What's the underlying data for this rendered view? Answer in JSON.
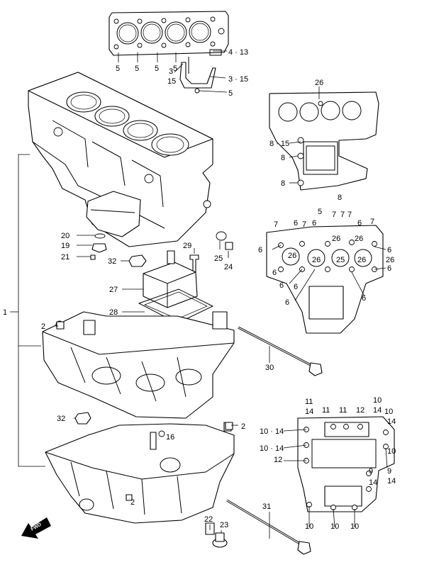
{
  "callouts": [
    {
      "id": "c1",
      "text": "1"
    },
    {
      "id": "c2a",
      "text": "2"
    },
    {
      "id": "c2b",
      "text": "2"
    },
    {
      "id": "c2c",
      "text": "2"
    },
    {
      "id": "c3a",
      "text": "3"
    },
    {
      "id": "c3_15",
      "text": "3 · 15"
    },
    {
      "id": "c4_13",
      "text": "4 · 13"
    },
    {
      "id": "c5a",
      "text": "5"
    },
    {
      "id": "c5b",
      "text": "5"
    },
    {
      "id": "c5c",
      "text": "5"
    },
    {
      "id": "c5d",
      "text": "5"
    },
    {
      "id": "c5e",
      "text": "5"
    },
    {
      "id": "c5f",
      "text": "5"
    },
    {
      "id": "c6a",
      "text": "6"
    },
    {
      "id": "c6b",
      "text": "6"
    },
    {
      "id": "c6c",
      "text": "6"
    },
    {
      "id": "c6d",
      "text": "6"
    },
    {
      "id": "c6e",
      "text": "6"
    },
    {
      "id": "c6f",
      "text": "6"
    },
    {
      "id": "c6g",
      "text": "6"
    },
    {
      "id": "c6h",
      "text": "6"
    },
    {
      "id": "c6i",
      "text": "6"
    },
    {
      "id": "c6j",
      "text": "6"
    },
    {
      "id": "c6k",
      "text": "6"
    },
    {
      "id": "c7a",
      "text": "7"
    },
    {
      "id": "c7b",
      "text": "7"
    },
    {
      "id": "c7c",
      "text": "7"
    },
    {
      "id": "c7d",
      "text": "7"
    },
    {
      "id": "c7e",
      "text": "7"
    },
    {
      "id": "c7f",
      "text": "7"
    },
    {
      "id": "c8_15",
      "text": "8 · 15"
    },
    {
      "id": "c8a",
      "text": "8"
    },
    {
      "id": "c8b",
      "text": "8"
    },
    {
      "id": "c8c",
      "text": "8"
    },
    {
      "id": "c9a",
      "text": "9"
    },
    {
      "id": "c9b",
      "text": "9"
    },
    {
      "id": "c10_14a",
      "text": "10 · 14"
    },
    {
      "id": "c10_14b",
      "text": "10 · 14"
    },
    {
      "id": "c10a",
      "text": "10"
    },
    {
      "id": "c10b",
      "text": "10"
    },
    {
      "id": "c10c",
      "text": "10"
    },
    {
      "id": "c10d",
      "text": "10"
    },
    {
      "id": "c10e",
      "text": "10"
    },
    {
      "id": "c10f",
      "text": "10"
    },
    {
      "id": "c11a",
      "text": "11"
    },
    {
      "id": "c11b",
      "text": "11"
    },
    {
      "id": "c11c",
      "text": "11"
    },
    {
      "id": "c12a",
      "text": "12"
    },
    {
      "id": "c12b",
      "text": "12"
    },
    {
      "id": "c14a",
      "text": "14"
    },
    {
      "id": "c14b",
      "text": "14"
    },
    {
      "id": "c14c",
      "text": "14"
    },
    {
      "id": "c14d",
      "text": "14"
    },
    {
      "id": "c14e",
      "text": "14"
    },
    {
      "id": "c15",
      "text": "15"
    },
    {
      "id": "c16",
      "text": "16"
    },
    {
      "id": "c19",
      "text": "19"
    },
    {
      "id": "c20",
      "text": "20"
    },
    {
      "id": "c21",
      "text": "21"
    },
    {
      "id": "c22",
      "text": "22"
    },
    {
      "id": "c23",
      "text": "23"
    },
    {
      "id": "c24",
      "text": "24"
    },
    {
      "id": "c25a",
      "text": "25"
    },
    {
      "id": "c25b",
      "text": "25"
    },
    {
      "id": "c26a",
      "text": "26"
    },
    {
      "id": "c26b",
      "text": "26"
    },
    {
      "id": "c26c",
      "text": "26"
    },
    {
      "id": "c26d",
      "text": "26"
    },
    {
      "id": "c26e",
      "text": "26"
    },
    {
      "id": "c26f",
      "text": "26"
    },
    {
      "id": "c26g",
      "text": "26"
    },
    {
      "id": "c27",
      "text": "27"
    },
    {
      "id": "c28",
      "text": "28"
    },
    {
      "id": "c29",
      "text": "29"
    },
    {
      "id": "c30",
      "text": "30"
    },
    {
      "id": "c31",
      "text": "31"
    },
    {
      "id": "c32a",
      "text": "32"
    },
    {
      "id": "c32b",
      "text": "32"
    }
  ],
  "fwd_label": "FWD"
}
